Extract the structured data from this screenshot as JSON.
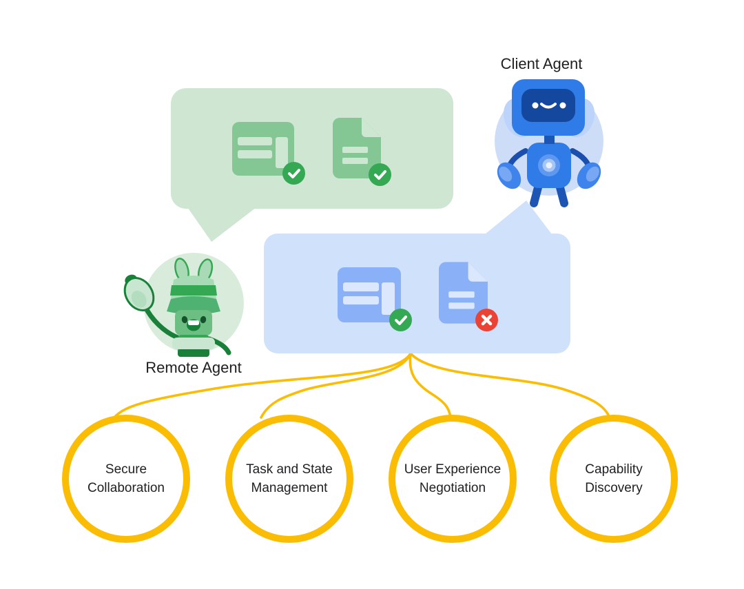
{
  "agents": {
    "client": {
      "label": "Client Agent"
    },
    "remote": {
      "label": "Remote Agent"
    }
  },
  "bubbles": {
    "remote_message": {
      "speaker": "Remote Agent",
      "items": [
        {
          "icon": "layout-table-icon",
          "status": "success"
        },
        {
          "icon": "document-icon",
          "status": "success"
        }
      ]
    },
    "client_message": {
      "speaker": "Client Agent",
      "items": [
        {
          "icon": "layout-table-icon",
          "status": "success"
        },
        {
          "icon": "document-icon",
          "status": "error"
        }
      ]
    }
  },
  "capabilities": [
    {
      "line1": "Secure",
      "line2": "Collaboration"
    },
    {
      "line1": "Task and State",
      "line2": "Management"
    },
    {
      "line1": "User Experience",
      "line2": "Negotiation"
    },
    {
      "line1": "Capability",
      "line2": "Discovery"
    }
  ],
  "colors": {
    "background": "#ffffff",
    "bubble_green": "#cfe6d3",
    "icon_green": "#85c794",
    "bubble_blue": "#d0e1fb",
    "icon_blue": "#8ab1f7",
    "success_green": "#34a853",
    "error_red": "#ea4335",
    "connector_yellow": "#fbbc04",
    "text": "#202124"
  }
}
